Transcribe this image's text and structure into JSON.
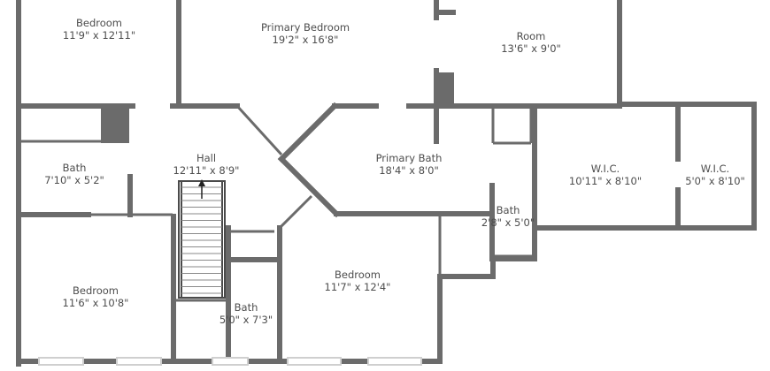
{
  "rooms": [
    {
      "id": "bedroom-nw",
      "name": "Bedroom",
      "dims": "11'9\" x 12'11\""
    },
    {
      "id": "primary-bedroom",
      "name": "Primary Bedroom",
      "dims": "19'2\" x 16'8\""
    },
    {
      "id": "room",
      "name": "Room",
      "dims": "13'6\" x 9'0\""
    },
    {
      "id": "bath-west",
      "name": "Bath",
      "dims": "7'10\" x 5'2\""
    },
    {
      "id": "hall",
      "name": "Hall",
      "dims": "12'11\" x 8'9\""
    },
    {
      "id": "primary-bath",
      "name": "Primary Bath",
      "dims": "18'4\" x 8'0\""
    },
    {
      "id": "wic-1",
      "name": "W.I.C.",
      "dims": "10'11\" x 8'10\""
    },
    {
      "id": "wic-2",
      "name": "W.I.C.",
      "dims": "5'0\" x 8'10\""
    },
    {
      "id": "bath-small",
      "name": "Bath",
      "dims": "2'8\" x 5'0\""
    },
    {
      "id": "bedroom-sw",
      "name": "Bedroom",
      "dims": "11'6\" x 10'8\""
    },
    {
      "id": "bath-center",
      "name": "Bath",
      "dims": "5'0\" x 7'3\""
    },
    {
      "id": "bedroom-s",
      "name": "Bedroom",
      "dims": "11'7\" x 12'4\""
    }
  ]
}
